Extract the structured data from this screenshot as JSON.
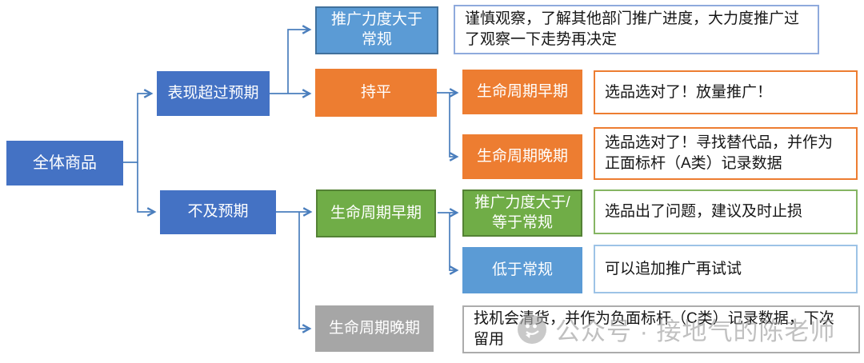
{
  "nodes": {
    "root": "全体商品",
    "exceed": "表现超过预期",
    "under": "不及预期",
    "promo_above_normal": "推广力度大于常规",
    "flat": "持平",
    "early_exceed": "生命周期早期",
    "late_exceed": "生命周期晚期",
    "early_under": "生命周期早期",
    "promo_ge_normal": "推广力度大于/等于常规",
    "below_normal": "低于常规",
    "late_under": "生命周期晚期"
  },
  "notes": {
    "observe": "谨慎观察，了解其他部门推广进度，大力度推广过了观察一下走势再决定",
    "scale_up": "选品选对了！放量推广！",
    "substitute": "选品选对了！寻找替代品，并作为正面标杆（A类）记录数据",
    "stop_loss": "选品出了问题，建议及时止损",
    "retry": "可以追加推广再试试",
    "clearance": "找机会清货，并作为负面标杆（C类）记录数据，下次留用"
  },
  "watermark": {
    "label": "公众号 · 接地气的陈老师",
    "icon": "wechat-icon"
  },
  "colors": {
    "blue": "#4472C4",
    "light_blue": "#5B9BD5",
    "light_blue_border": "#41719C",
    "orange": "#ED7D31",
    "green": "#70AD47",
    "green_border": "#548235",
    "gray": "#A6A6A6",
    "connector": "#4A7EBD"
  }
}
